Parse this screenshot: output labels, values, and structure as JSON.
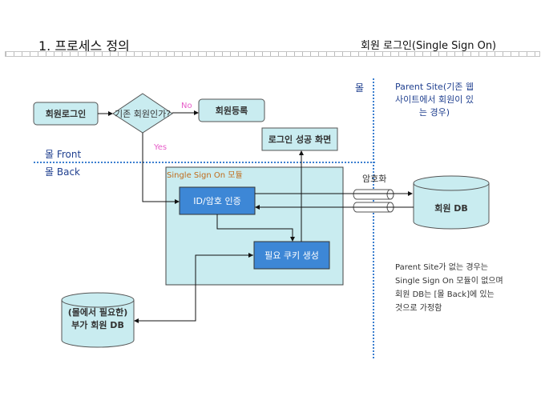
{
  "header": {
    "section_title": "1. 프로세스 정의",
    "page_title": "회원 로그인(Single Sign On)"
  },
  "zones": {
    "mall_front": "몰 Front",
    "mall_back": "몰 Back",
    "mall": "몰",
    "parent_site": "Parent Site(기존 웹 사이트에서 회원이 있는 경우)"
  },
  "nodes": {
    "member_login": "회원로그인",
    "existing_member_decision": "기존 회원인가?",
    "member_registration": "회원등록",
    "login_success_screen": "로그인 성공 화면",
    "sso_module": "Single Sign On 모듈",
    "id_password_auth": "ID/암호 인증",
    "cookie_creation": "필요 쿠키 생성",
    "member_db": "회원 DB",
    "additional_member_db_line1": "(몰에서 필요한)",
    "additional_member_db_line2": "부가 회원 DB"
  },
  "edge_labels": {
    "no": "No",
    "yes": "Yes",
    "encryption": "암호화"
  },
  "note": [
    "Parent Site가 없는 경우는",
    "Single Sign On 모듈이 없으며",
    "회원 DB는 [몰 Back]에 있는",
    "것으로 가정함"
  ],
  "colors": {
    "light_box": "#c9ecf0",
    "blue_box": "#3d87d6",
    "yes_no": "#e65cc8",
    "sso_title": "#c06a1a",
    "divider": "#3b7fd0",
    "parent_text": "#1f3f8f"
  }
}
